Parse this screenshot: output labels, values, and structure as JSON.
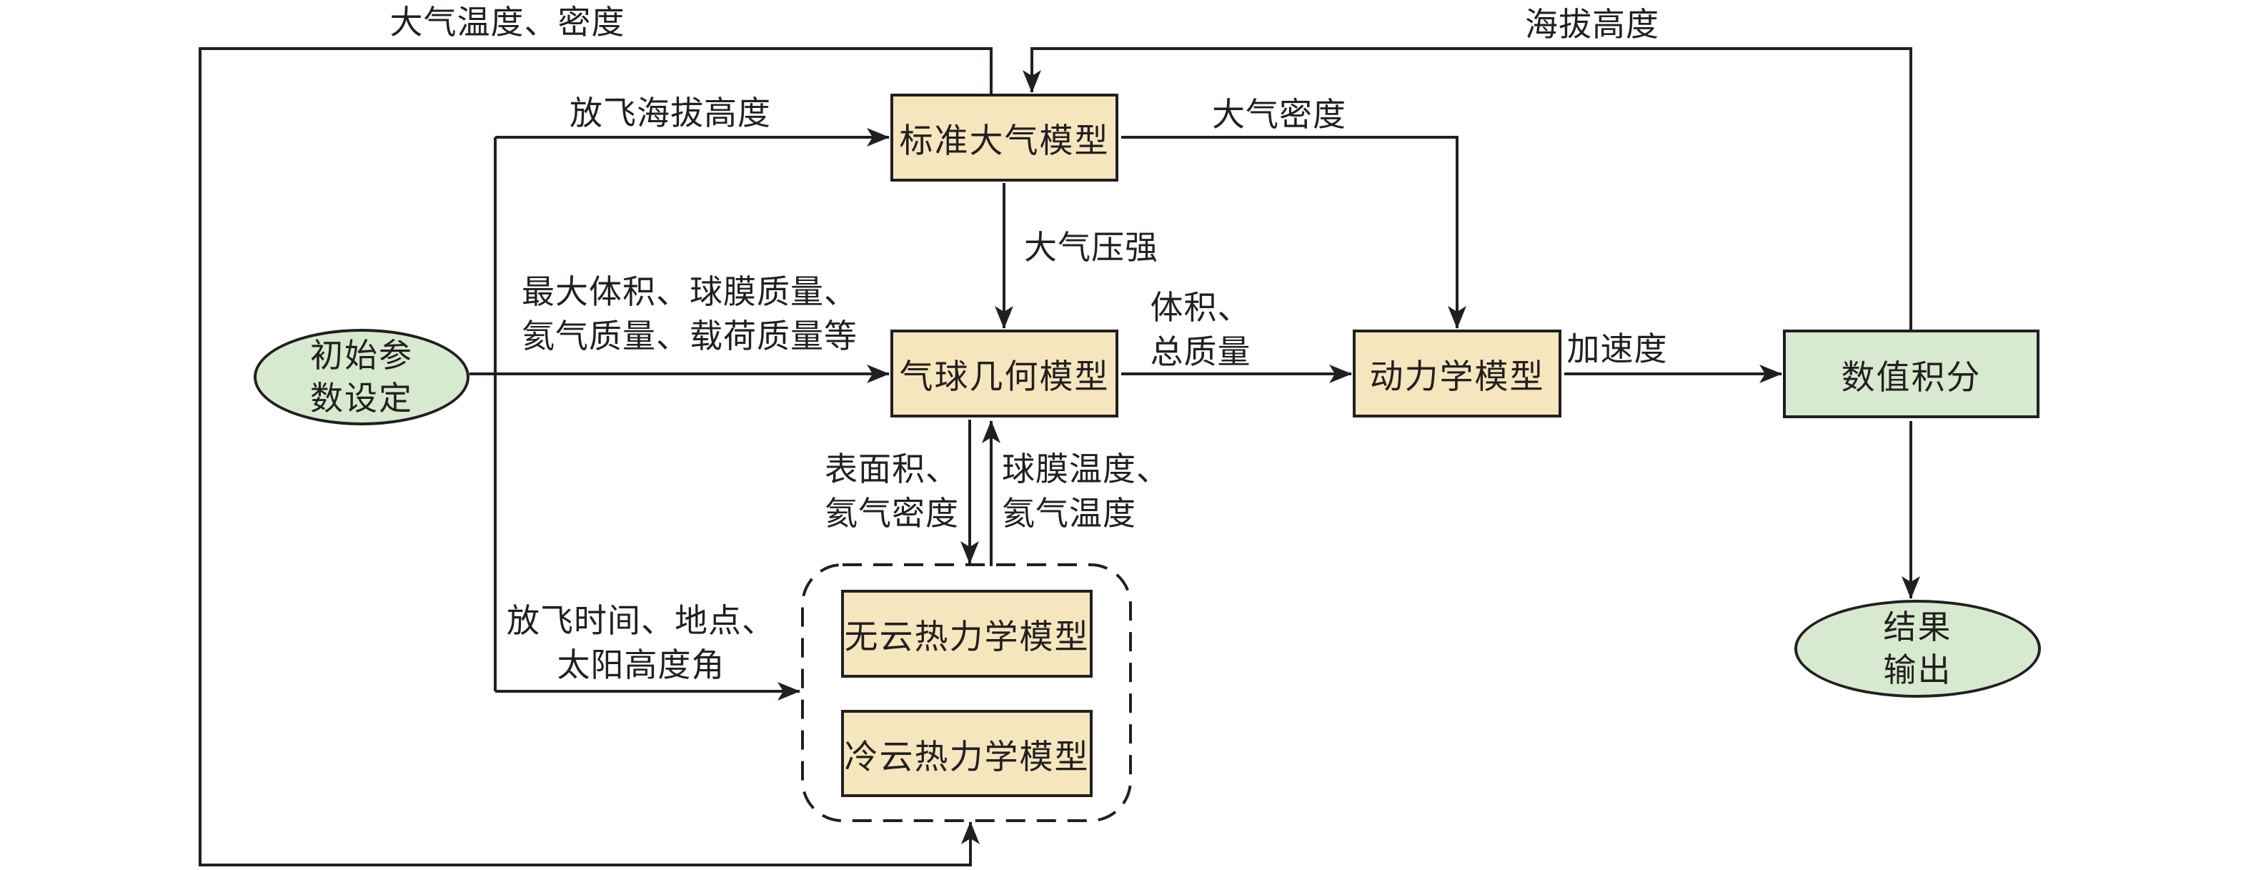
{
  "colors": {
    "line": "#231F20",
    "box_fill": "#F5E6BE",
    "box_border": "#231F20",
    "terminal_fill": "#D7E9CF",
    "background": "#FFFFFF"
  },
  "nodes": {
    "std_atm": "标准大气模型",
    "geometry": "气球几何模型",
    "dynamics": "动力学模型",
    "integration": "数值积分",
    "cloudfree_thermo": "无云热力学模型",
    "coldcloud_thermo": "冷云热力学模型",
    "init_params": {
      "line1": "初始参",
      "line2": "数设定"
    },
    "result_output": {
      "line1": "结果",
      "line2": "输出"
    }
  },
  "edge_labels": {
    "atm_temp_density": "大气温度、密度",
    "altitude": "海拔高度",
    "launch_altitude": "放飞海拔高度",
    "atm_density": "大气密度",
    "atm_pressure": "大气压强",
    "init_outputs": {
      "line1": "最大体积、球膜质量、",
      "line2": "氦气质量、载荷质量等"
    },
    "volume_mass": {
      "line1": "体积、",
      "line2": "总质量"
    },
    "acceleration": "加速度",
    "surface_helium_density": {
      "line1": "表面积、",
      "line2": "氦气密度"
    },
    "film_helium_temp": {
      "line1": "球膜温度、",
      "line2": "氦气温度"
    },
    "launch_time": {
      "line1": "放飞时间、地点、",
      "line2": "太阳高度角"
    }
  }
}
